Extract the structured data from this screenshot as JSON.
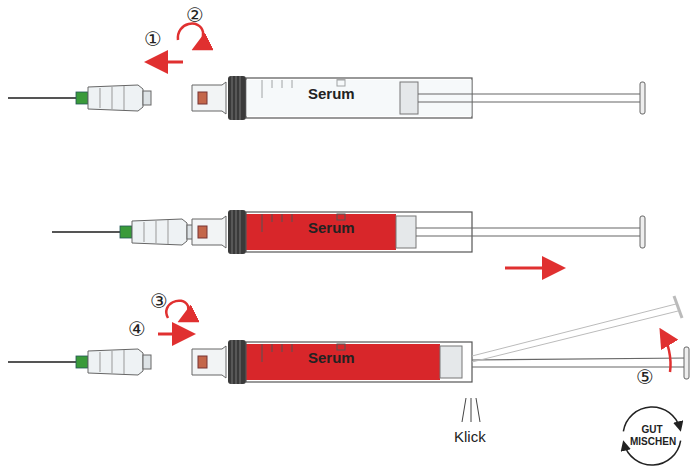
{
  "diagram": {
    "nodes": [
      {
        "text": [
          "GUT MISCHEN"
        ]
      }
    ],
    "labels": [
      "①",
      "②",
      "Serum",
      "Serum",
      "③",
      "④",
      "Serum",
      "Klick",
      "⑤"
    ]
  }
}
